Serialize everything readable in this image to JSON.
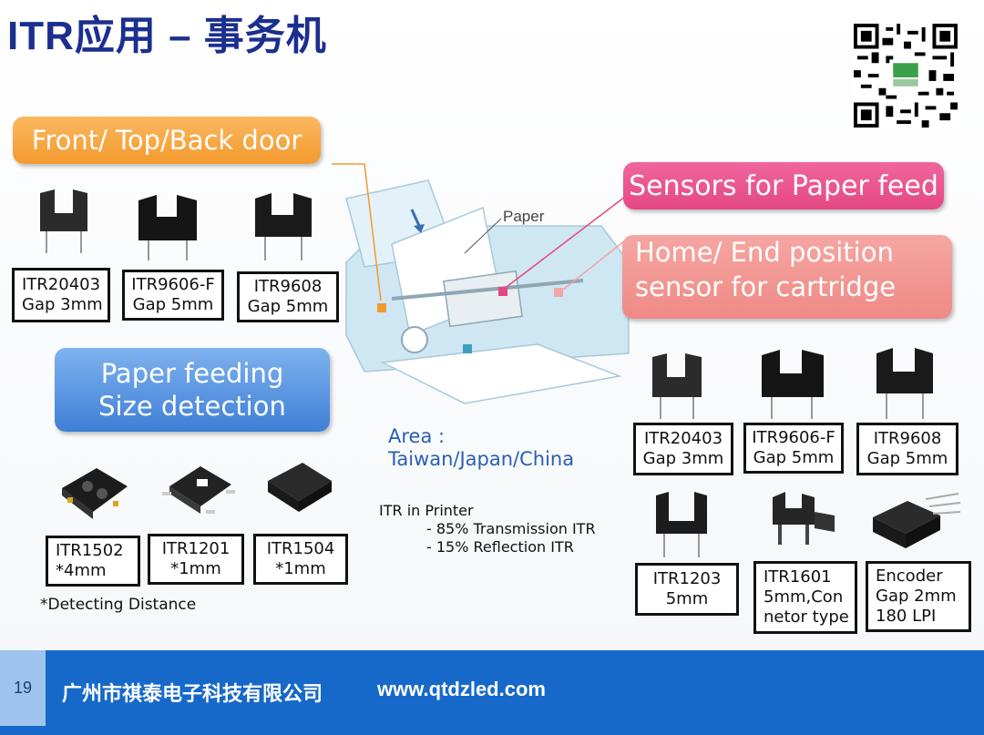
{
  "slide": {
    "title": "ITR应用 – 事务机",
    "page_number": "19",
    "company": "广州市祺泰电子科技有限公司",
    "website": "www.qtdzled.com"
  },
  "callouts": {
    "door": "Front/ Top/Back door",
    "paper_feed": "Sensors for Paper feed",
    "home_end_line1": "Home/ End position",
    "home_end_line2": "sensor for cartridge",
    "paper_feeding_line1": "Paper feeding",
    "paper_feeding_line2": "Size detection"
  },
  "printer": {
    "paper_label": "Paper"
  },
  "area": {
    "line1": "Area :",
    "line2": "Taiwan/Japan/China"
  },
  "itr_printer": {
    "heading": "ITR in Printer",
    "line1": "- 85% Transmission ITR",
    "line2": "- 15% Reflection ITR"
  },
  "detecting_note": "*Detecting Distance",
  "door_parts": [
    {
      "name": "ITR20403",
      "spec": "Gap 3mm"
    },
    {
      "name": "ITR9606-F",
      "spec": "Gap 5mm"
    },
    {
      "name": "ITR9608",
      "spec": "Gap 5mm"
    }
  ],
  "reflect_parts": [
    {
      "name": "ITR1502",
      "spec": "*4mm"
    },
    {
      "name": "ITR1201",
      "spec": "*1mm"
    },
    {
      "name": "ITR1504",
      "spec": "*1mm"
    }
  ],
  "cartridge_parts": [
    {
      "name": "ITR20403",
      "spec": "Gap 3mm"
    },
    {
      "name": "ITR9606-F",
      "spec": "Gap 5mm"
    },
    {
      "name": "ITR9608",
      "spec": "Gap 5mm"
    }
  ],
  "bottom_parts": [
    {
      "line1": "ITR1203",
      "line2": "5mm",
      "line3": ""
    },
    {
      "line1": "ITR1601",
      "line2": "5mm,Con",
      "line3": "netor type"
    },
    {
      "line1": "Encoder",
      "line2": "Gap 2mm",
      "line3": "180 LPI"
    }
  ],
  "colors": {
    "title": "#1b2f8f",
    "orange": "#f39a2e",
    "pink": "#e44883",
    "salmon": "#ee8a86",
    "blue": "#3f7fd6",
    "footer": "#1769c9"
  }
}
